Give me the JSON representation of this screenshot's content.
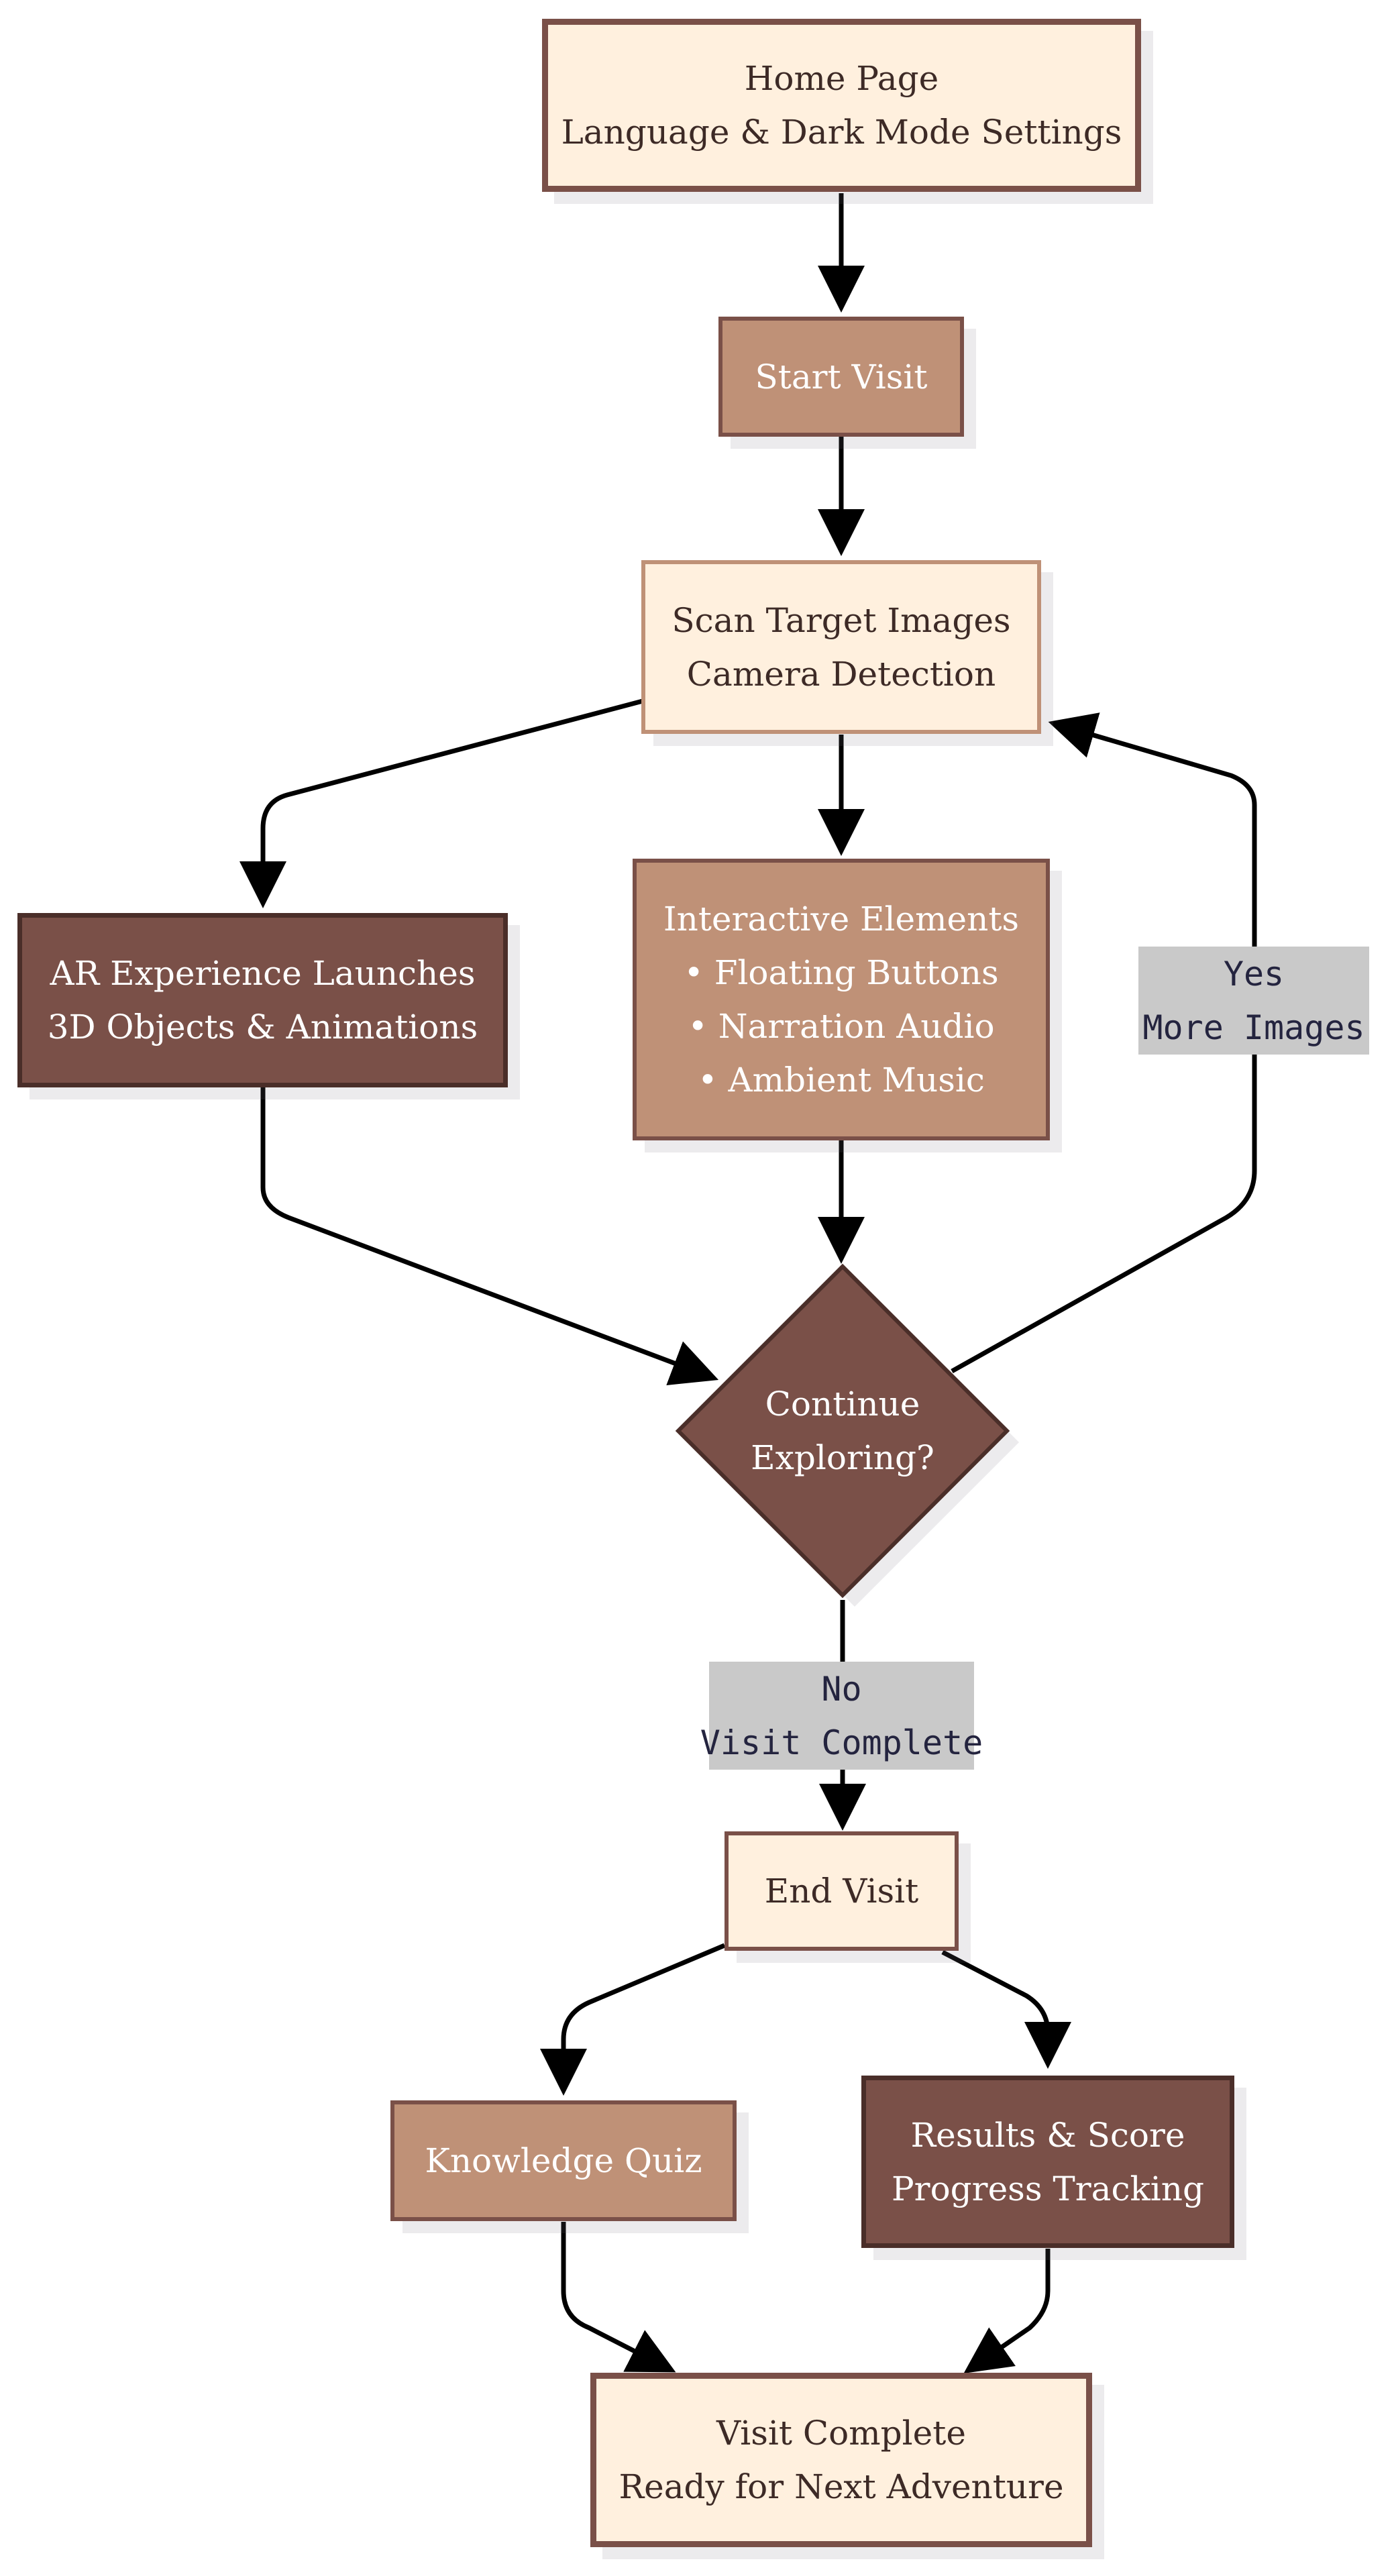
{
  "colors": {
    "light_fill": "#fff0de",
    "mid_fill": "#bf9177",
    "dark_fill": "#7a5048",
    "border": "#7a5048",
    "arrow": "#000000",
    "edge_label_bg": "#c9c9c9"
  },
  "nodes": {
    "home": {
      "lines": [
        "Home Page",
        "Language & Dark Mode Settings"
      ]
    },
    "start": {
      "lines": [
        "Start Visit"
      ]
    },
    "scan": {
      "lines": [
        "Scan Target Images",
        "Camera Detection"
      ]
    },
    "ar": {
      "lines": [
        "AR Experience Launches",
        "3D Objects & Animations"
      ]
    },
    "interactive": {
      "lines": [
        "Interactive Elements",
        "• Floating Buttons",
        "• Narration Audio",
        "• Ambient Music"
      ]
    },
    "decision": {
      "lines": [
        "Continue",
        "Exploring?"
      ]
    },
    "end": {
      "lines": [
        "End Visit"
      ]
    },
    "quiz": {
      "lines": [
        "Knowledge Quiz"
      ]
    },
    "results": {
      "lines": [
        "Results & Score",
        "Progress Tracking"
      ]
    },
    "complete": {
      "lines": [
        "Visit Complete",
        "Ready for Next Adventure"
      ]
    }
  },
  "edge_labels": {
    "yes": {
      "lines": [
        "Yes",
        "More Images"
      ]
    },
    "no": {
      "lines": [
        "No",
        "Visit Complete"
      ]
    }
  }
}
